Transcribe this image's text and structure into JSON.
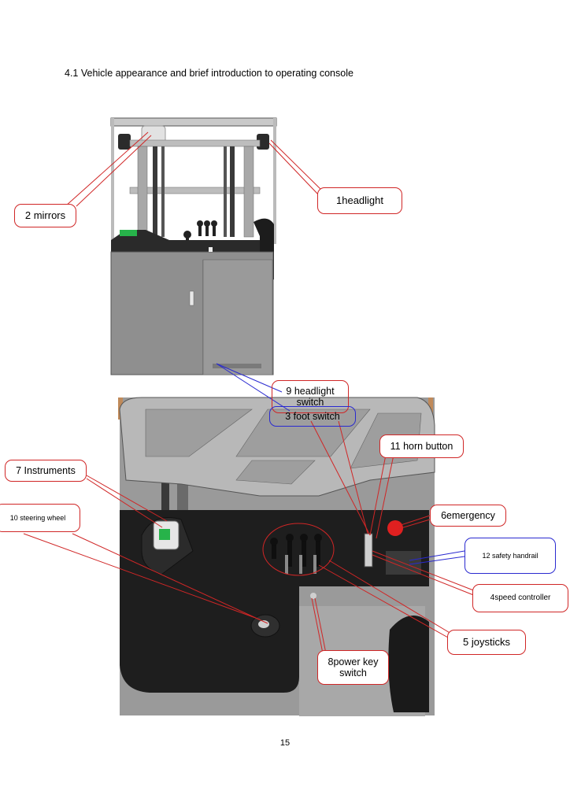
{
  "heading": "4.1 Vehicle appearance and brief introduction to operating console",
  "page_number": "15",
  "callouts": {
    "headlight": "1headlight",
    "mirrors": "2 mirrors",
    "headlight_switch": "9 headlight switch",
    "foot_switch": "3 foot switch",
    "horn_button": "11 horn button",
    "instruments": "7 Instruments",
    "steering_wheel": "10 steering wheel",
    "emergency": "6emergency",
    "safety_handrail": "12 safety handrail",
    "speed_controller": "4speed controller",
    "joysticks": "5 joysticks",
    "power_key_switch": "8power key switch"
  },
  "colors": {
    "callout_red": "#d02626",
    "callout_blue": "#2a2ad0",
    "body_gray": "#8c8c8c",
    "console_black": "#1e1e1e",
    "instrument_green": "#27b34a",
    "emergency_red": "#e02020"
  }
}
